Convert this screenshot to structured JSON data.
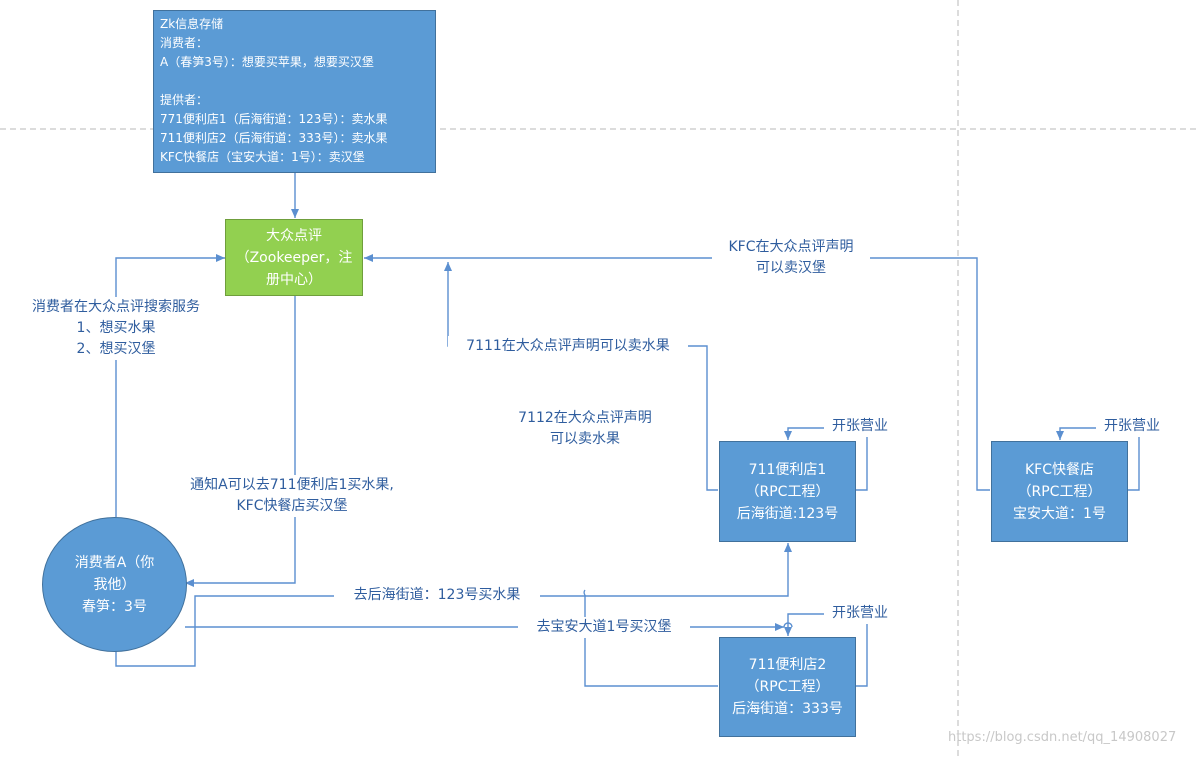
{
  "zk_info": {
    "lines": [
      "Zk信息存储",
      "消费者：",
      "A（春笋3号）：想要买苹果，想要买汉堡",
      "",
      "提供者：",
      "771便利店1（后海街道：123号）：卖水果",
      "711便利店2（后海街道：333号）：卖水果",
      "KFC快餐店（宝安大道：1号）：卖汉堡"
    ]
  },
  "registry": {
    "lines": [
      "大众点评",
      "（Zookeeper，注",
      "册中心）"
    ]
  },
  "consumer": {
    "lines": [
      "消费者A（你",
      "我他）",
      "春笋：3号"
    ]
  },
  "store1": {
    "lines": [
      "711便利店1",
      "（RPC工程）",
      "后海街道:123号"
    ]
  },
  "store2": {
    "lines": [
      "711便利店2",
      "（RPC工程）",
      "后海街道：333号"
    ]
  },
  "kfc": {
    "lines": [
      "KFC快餐店",
      "（RPC工程）",
      "宝安大道：1号"
    ]
  },
  "labels": {
    "consumer_search": [
      "消费者在大众点评搜索服务",
      "1、想买水果",
      "2、想买汉堡"
    ],
    "notify": [
      "通知A可以去711便利店1买水果,",
      "KFC快餐店买汉堡"
    ],
    "kfc_declare": [
      "KFC在大众点评声明",
      "可以卖汉堡"
    ],
    "s1_declare": "7111在大众点评声明可以卖水果",
    "s2_declare": [
      "7112在大众点评声明",
      "可以卖水果"
    ],
    "open_s1": "开张营业",
    "open_kfc": "开张营业",
    "open_s2": "开张营业",
    "go_s1": "去后海街道：123号买水果",
    "go_kfc": "去宝安大道1号买汉堡"
  },
  "watermark": "https://blog.csdn.net/qq_14908027",
  "colors": {
    "node_blue": "#5b9bd5",
    "node_green": "#92d050",
    "connector": "#5b8fd0",
    "label_text": "#2f5d9e"
  }
}
